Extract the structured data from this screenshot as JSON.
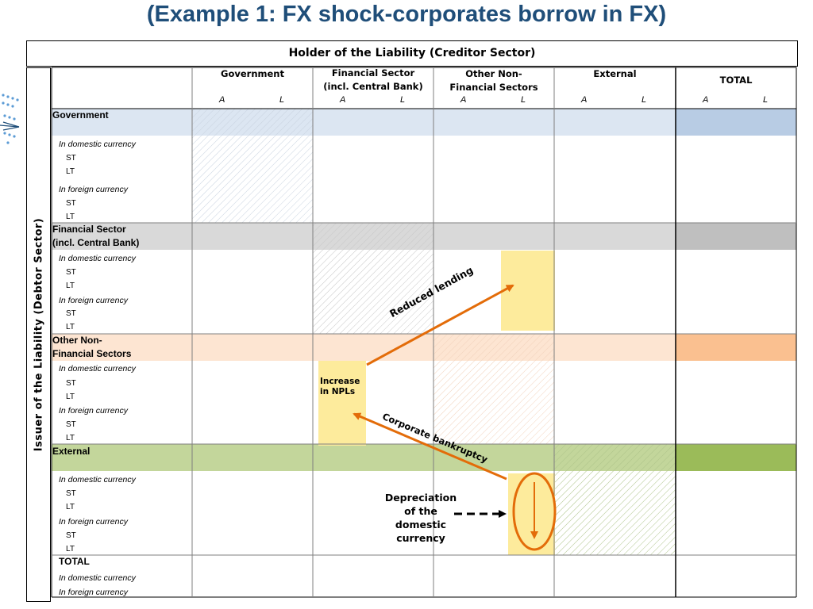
{
  "title": "(Example 1: FX shock-corporates borrow in FX)",
  "holder_header": "Holder of the Liability (Creditor Sector)",
  "issuer_header": "Issuer of the Liability (Debtor Sector)",
  "columns": {
    "government": "Government",
    "financial_line1": "Financial Sector",
    "financial_line2": "(incl. Central Bank)",
    "onfs_line1": "Other Non-",
    "onfs_line2": "Financial Sectors",
    "external": "External",
    "total": "TOTAL"
  },
  "asset_label": "A",
  "liability_label": "L",
  "rows": {
    "government": "Government",
    "financial_line1": "Financial Sector",
    "financial_line2": "(incl. Central Bank)",
    "onfs_line1": "Other Non-",
    "onfs_line2": "Financial Sectors",
    "external": "External",
    "total": "TOTAL"
  },
  "sublabels": {
    "domestic": "In domestic currency",
    "foreign": "In foreign currency",
    "st": "ST",
    "lt": "LT"
  },
  "annotations": {
    "reduced_lending": "Reduced lending",
    "npl_line1": "Increase",
    "npl_line2": "in NPLs",
    "bankruptcy": "Corporate bankruptcy",
    "depreciation_line1": "Depreciation",
    "depreciation_line2": "of the",
    "depreciation_line3": "domestic",
    "depreciation_line4": "currency"
  },
  "colors": {
    "title": "#1f4e79",
    "government_band": "#dce6f2",
    "government_total": "#b8cce4",
    "financial_band": "#d9d9d9",
    "financial_total": "#bfbfbf",
    "onfs_band": "#fde5d2",
    "onfs_total": "#fac090",
    "external_band": "#c3d69b",
    "external_total": "#9bbb59",
    "highlight_yellow": "#fdeb9c",
    "arrow_orange": "#e36c09"
  }
}
